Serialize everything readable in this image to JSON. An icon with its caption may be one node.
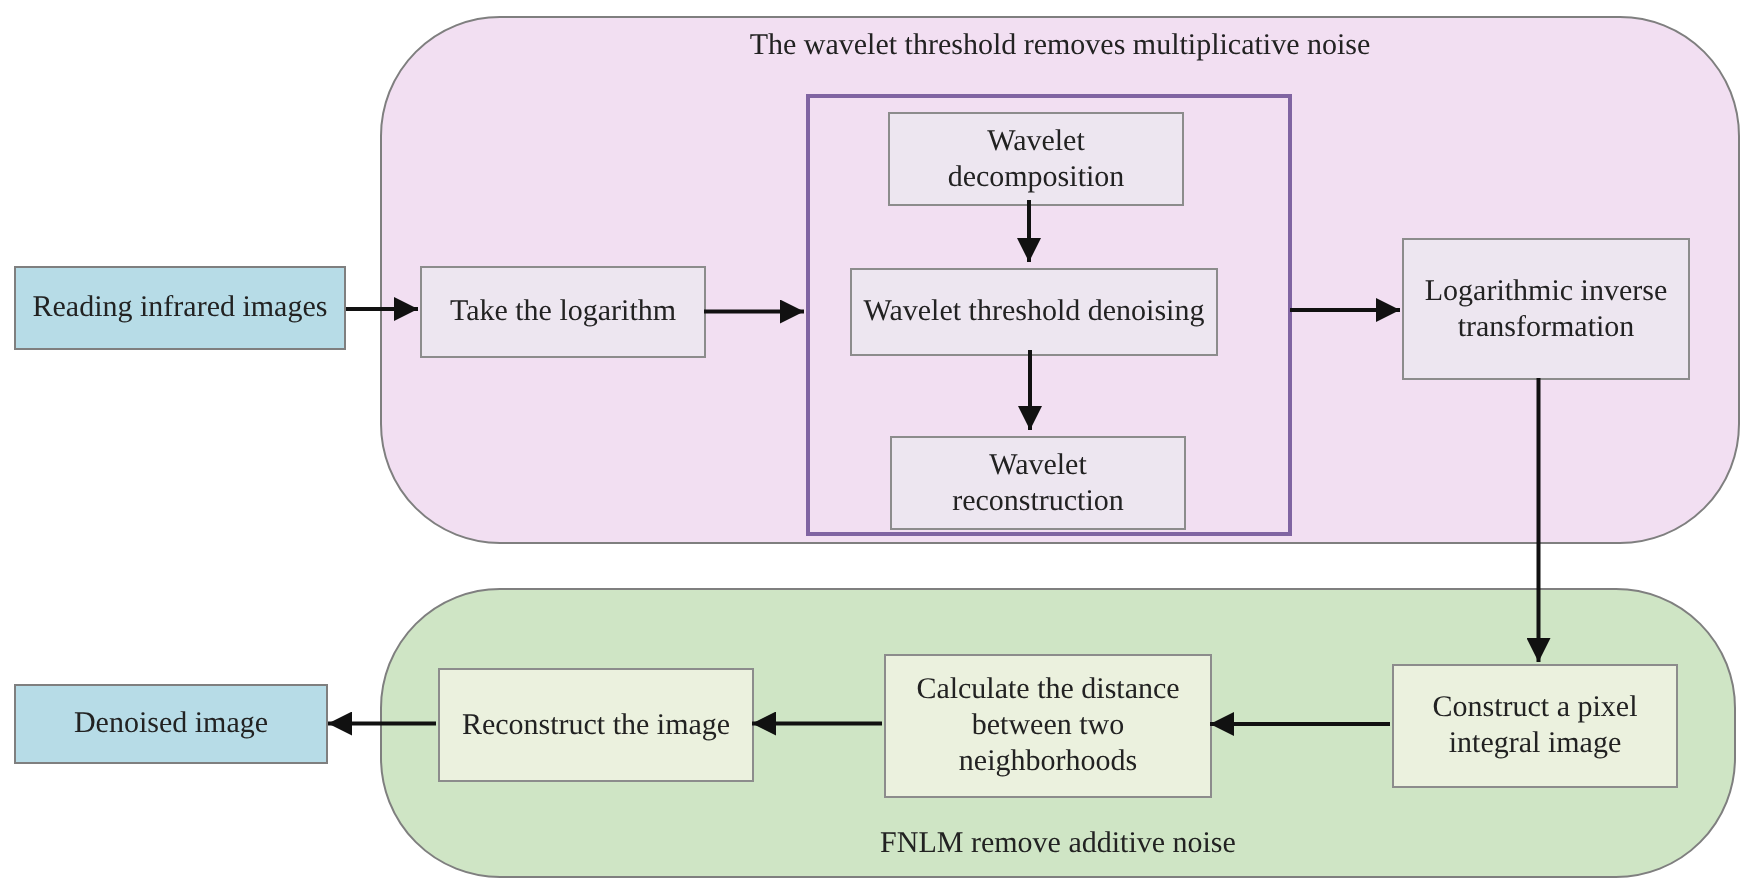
{
  "diagram": {
    "nodes": [
      {
        "text": [
          "The wavelet threshold removes multiplicative noise"
        ]
      },
      {
        "text": [
          "Reading infrared images"
        ]
      },
      {
        "text": [
          "Take the logarithm"
        ],
        "in": 0
      },
      {
        "text": [],
        "shape": "box",
        "in": 0
      },
      {
        "text": [
          "Wavelet decomposition"
        ],
        "in": 3
      },
      {
        "text": [
          "Wavelet threshold denoising"
        ],
        "in": 3
      },
      {
        "text": [
          "Wavelet reconstruction"
        ],
        "in": 3
      },
      {
        "text": [
          "Logarithmic inverse transformation"
        ],
        "in": 0
      },
      {
        "text": [
          "FNLM remove additive noise"
        ]
      },
      {
        "text": [
          "Construct a pixel integral image"
        ],
        "in": 8
      },
      {
        "text": [
          "Calculate the distance between two neighborhoods"
        ],
        "in": 8
      },
      {
        "text": [
          "Reconstruct the image"
        ],
        "in": 8
      },
      {
        "text": [
          "Denoised image"
        ]
      }
    ],
    "edges": [
      {
        "from": 1,
        "to": 2,
        "arrow": "to"
      },
      {
        "from": 2,
        "to": 3,
        "arrow": "to"
      },
      {
        "from": 4,
        "to": 5,
        "arrow": "to"
      },
      {
        "from": 5,
        "to": 6,
        "arrow": "to"
      },
      {
        "from": 3,
        "to": 7,
        "arrow": "to"
      },
      {
        "from": 7,
        "to": 9,
        "arrow": "to"
      },
      {
        "from": 9,
        "to": 10,
        "arrow": "to"
      },
      {
        "from": 10,
        "to": 11,
        "arrow": "to"
      },
      {
        "from": 11,
        "to": 12,
        "arrow": "to"
      }
    ]
  }
}
